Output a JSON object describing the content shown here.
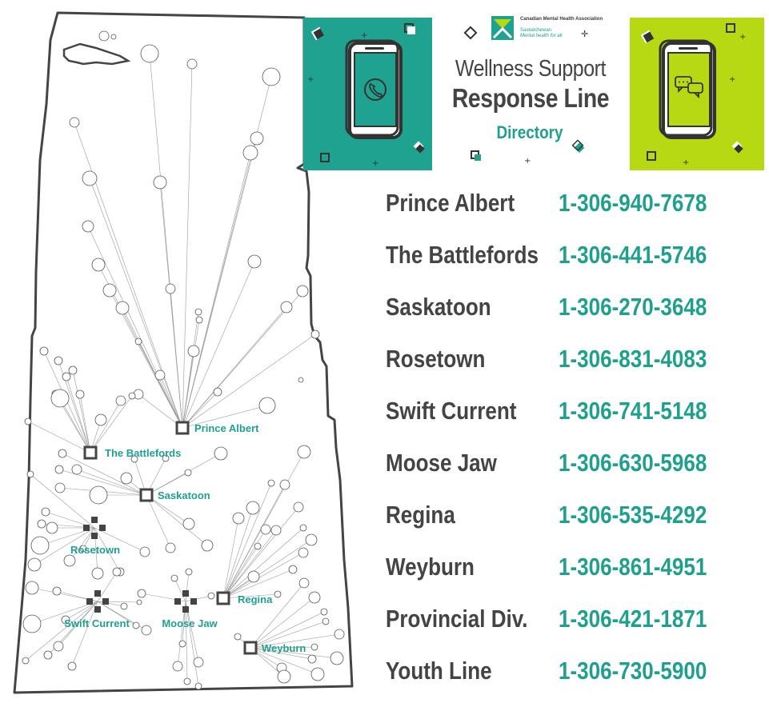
{
  "logo": {
    "org_line": "Canadian Mental Health Association",
    "province": "Saskatchewan",
    "tagline": "Mental health for all"
  },
  "header": {
    "line1": "Wellness Support",
    "line2": "Response Line",
    "line3": "Directory"
  },
  "icons": {
    "left": "phone-call-icon",
    "right": "chat-bubbles-icon"
  },
  "colors": {
    "teal": "#20a291",
    "lime": "#b7d914",
    "outline": "#444444",
    "text_dark": "#444444"
  },
  "map": {
    "hub_cities": [
      "Prince Albert",
      "The Battlefords",
      "Saskatoon",
      "Rosetown",
      "Swift Current",
      "Moose Jaw",
      "Regina",
      "Weyburn"
    ]
  },
  "directory": [
    {
      "name": "Prince Albert",
      "phone": "1-306-940-7678"
    },
    {
      "name": "The Battlefords",
      "phone": "1-306-441-5746"
    },
    {
      "name": "Saskatoon",
      "phone": "1-306-270-3648"
    },
    {
      "name": "Rosetown",
      "phone": "1-306-831-4083"
    },
    {
      "name": "Swift Current",
      "phone": "1-306-741-5148"
    },
    {
      "name": "Moose Jaw",
      "phone": "1-306-630-5968"
    },
    {
      "name": "Regina",
      "phone": "1-306-535-4292"
    },
    {
      "name": "Weyburn",
      "phone": "1-306-861-4951"
    },
    {
      "name": "Provincial Div.",
      "phone": "1-306-421-1871"
    },
    {
      "name": "Youth Line",
      "phone": "1-306-730-5900"
    }
  ]
}
